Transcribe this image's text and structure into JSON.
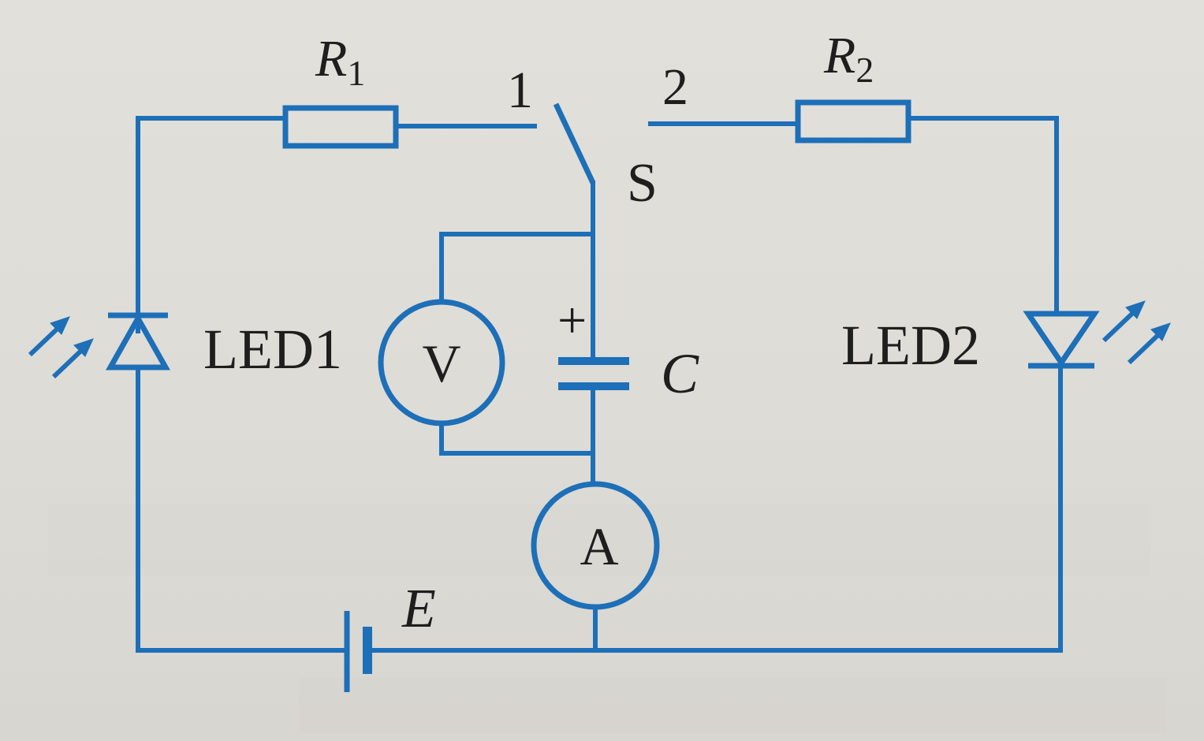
{
  "diagram": {
    "labels": {
      "r1_letter": "R",
      "r1_sub": "1",
      "r2_letter": "R",
      "r2_sub": "2",
      "switch_pos1": "1",
      "switch_pos2": "2",
      "switch": "S",
      "led1": "LED1",
      "led2": "LED2",
      "voltmeter": "V",
      "ammeter": "A",
      "capacitor": "C",
      "capacitor_plus": "+",
      "battery": "E"
    },
    "colors": {
      "wire": "#1d6fb8",
      "text": "#1e1e1e",
      "paper": "#dedcd6"
    }
  }
}
